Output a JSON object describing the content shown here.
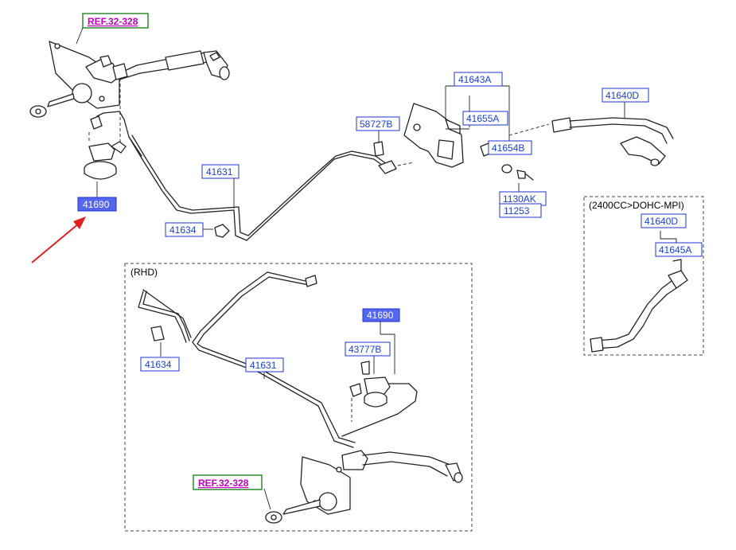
{
  "colors": {
    "label_text": "#1a3fd6",
    "label_border": "#2233cc",
    "selected_fill": "#5566ee",
    "ref_text": "#c000c0",
    "ref_border": "#2e8b2e",
    "pointer_arrow": "#e02020"
  },
  "main_view": {
    "ref_top": "REF.32-328",
    "labels": {
      "p41690": "41690",
      "p41631": "41631",
      "p41634": "41634",
      "p58727B": "58727B",
      "p41643A": "41643A",
      "p41655A": "41655A",
      "p41654B": "41654B",
      "p1130AK": "1130AK",
      "p11253": "11253",
      "p41640D": "41640D"
    }
  },
  "engine_variant_view": {
    "title": "(2400CC>DOHC-MPI)",
    "labels": {
      "p41640D": "41640D",
      "p41645A": "41645A"
    }
  },
  "rhd_view": {
    "title": "(RHD)",
    "ref_bottom": "REF.32-328",
    "labels": {
      "p41690": "41690",
      "p43777B": "43777B",
      "p41634": "41634",
      "p41631": "41631"
    }
  },
  "selected_part": "41690",
  "icons": [
    "pointer-arrow-icon"
  ]
}
